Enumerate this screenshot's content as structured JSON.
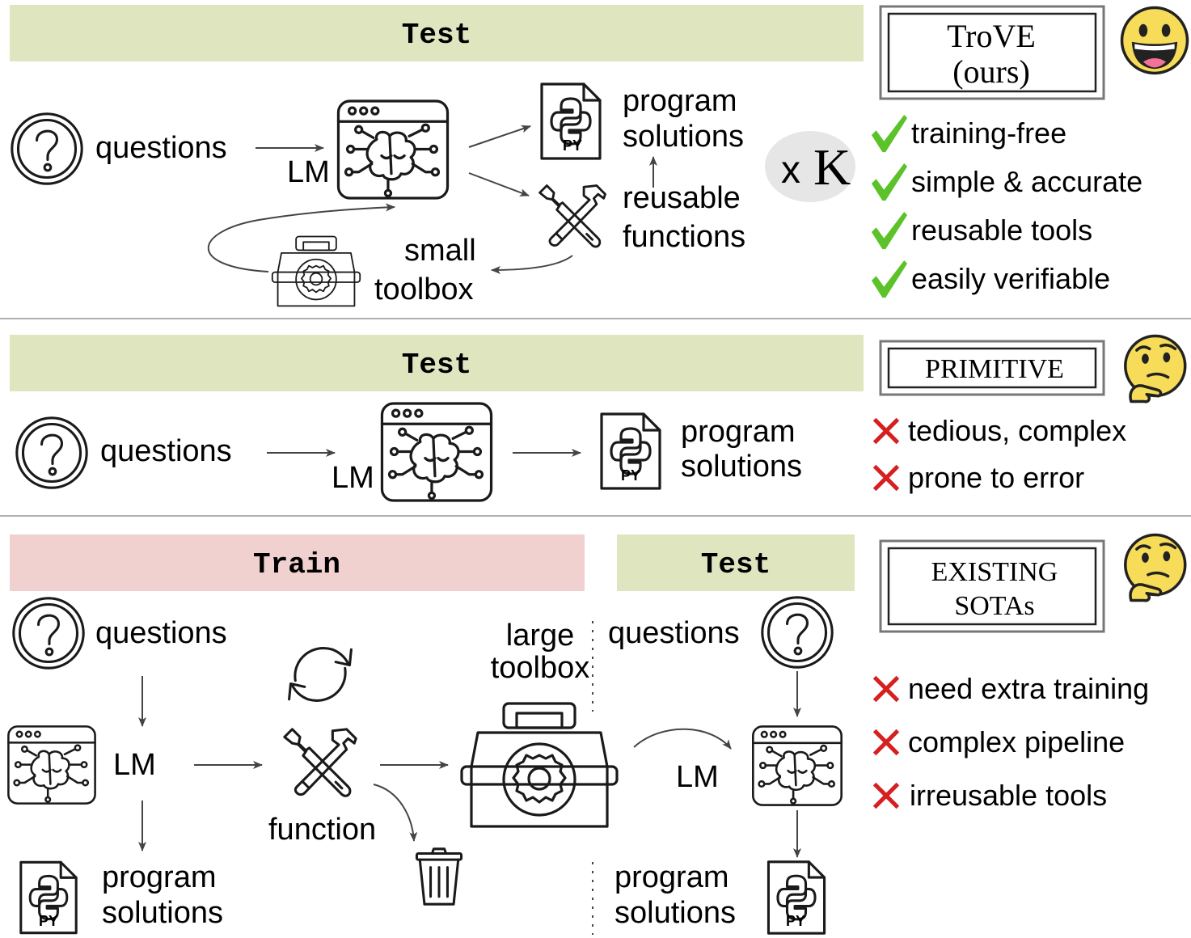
{
  "colors": {
    "test_band": "#dfe6bf",
    "train_band": "#f0d1cf",
    "check": "#5cc229",
    "cross": "#d62020",
    "divider": "#b0b0b0",
    "emoji_face": "#f7dc5a"
  },
  "top": {
    "band_label": "Test",
    "questions": "questions",
    "lm": "LM",
    "program_line1": "program",
    "program_line2": "solutions",
    "reusable_line1": "reusable",
    "reusable_line2": "functions",
    "small_line1": "small",
    "small_line2": "toolbox",
    "xk_x": "x",
    "xk_k": "K",
    "title_line1": "TroVE",
    "title_line2": "(ours)",
    "pros": [
      "training-free",
      "simple & accurate",
      "reusable tools",
      "easily verifiable"
    ],
    "py_label": "PY"
  },
  "middle": {
    "band_label": "Test",
    "questions": "questions",
    "lm": "LM",
    "program_line1": "program",
    "program_line2": "solutions",
    "title": "Primitive",
    "cons": [
      "tedious, complex",
      "prone to error"
    ],
    "py_label": "PY"
  },
  "bottom": {
    "train_label": "Train",
    "test_label": "Test",
    "questions_left": "questions",
    "lm_left": "LM",
    "function": "function",
    "program_left_line1": "program",
    "program_left_line2": "solutions",
    "large_line1": "large",
    "large_line2": "toolbox",
    "questions_right": "questions",
    "lm_right": "LM",
    "program_right_line1": "program",
    "program_right_line2": "solutions",
    "title_line1": "Existing",
    "title_line2": "SOTAs",
    "cons": [
      "need extra training",
      "complex pipeline",
      "irreusable tools"
    ],
    "py_label": "PY"
  },
  "icons": [
    "question-icon",
    "brain-browser-icon",
    "python-file-icon",
    "tools-icon",
    "toolbox-icon",
    "refresh-icon",
    "trash-icon",
    "check-icon",
    "cross-icon",
    "grinning-emoji-icon",
    "thinking-emoji-icon"
  ]
}
